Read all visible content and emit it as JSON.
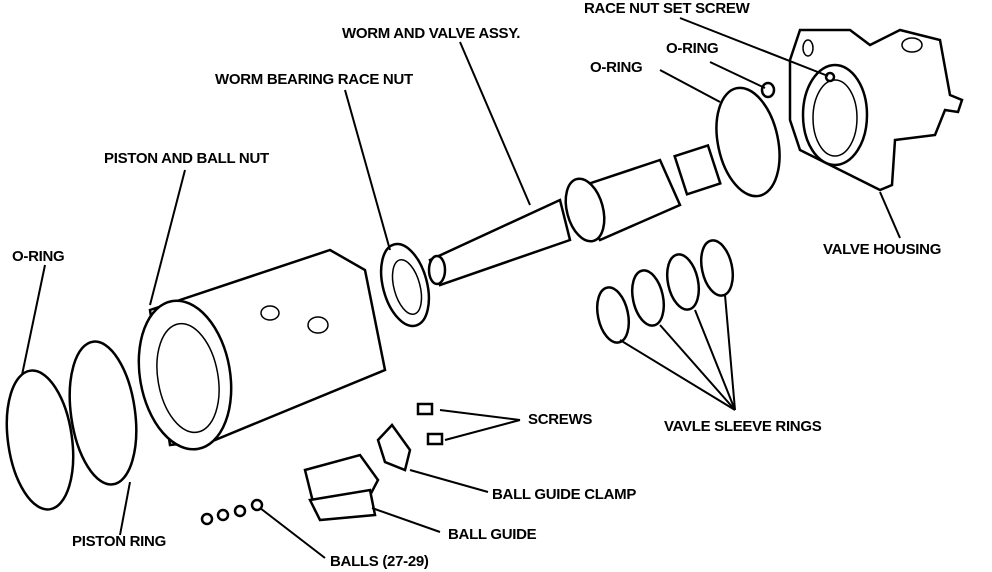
{
  "labels": {
    "race_nut_set_screw": "RACE NUT SET SCREW",
    "worm_and_valve_assy": "WORM AND VALVE ASSY.",
    "o_ring_upper_right": "O-RING",
    "o_ring_upper_left": "O-RING",
    "worm_bearing_race_nut": "WORM BEARING RACE NUT",
    "piston_and_ball_nut": "PISTON AND BALL NUT",
    "o_ring_left": "O-RING",
    "valve_housing": "VALVE HOUSING",
    "valve_sleeve_rings": "VAVLE SLEEVE RINGS",
    "screws": "SCREWS",
    "ball_guide_clamp": "BALL GUIDE CLAMP",
    "ball_guide": "BALL GUIDE",
    "balls": "BALLS (27-29)",
    "piston_ring": "PISTON RING"
  }
}
